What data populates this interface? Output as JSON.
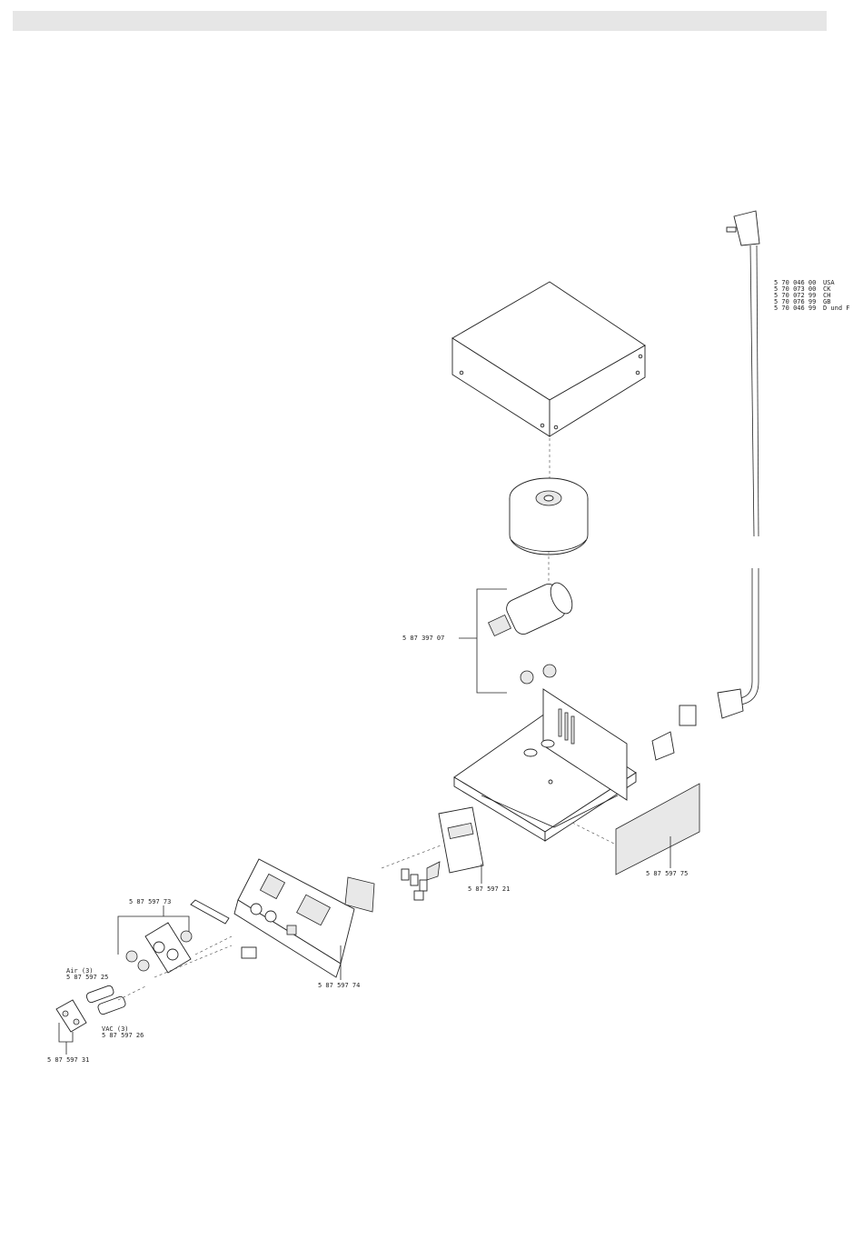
{
  "labels": {
    "blower": "5 87 397 07",
    "side_panel": "5 87 597 75",
    "pcb": "5 87 597 21",
    "front_panel": "5 87 597 74",
    "connector_set": "5 87 597 73",
    "air_caption": "Air (3)",
    "air_part": "5 87 597 25",
    "vac_caption": "VAC (3)",
    "vac_part": "5 87 597 26",
    "holder_part": "5 87 597 31"
  },
  "power_cords": [
    {
      "part": "5 70 046 00",
      "region": "USA"
    },
    {
      "part": "5 70 073 00",
      "region": "CK"
    },
    {
      "part": "5 70 072 99",
      "region": "CH"
    },
    {
      "part": "5 70 076 99",
      "region": "GB"
    },
    {
      "part": "5 70 046 99",
      "region": "D und F"
    }
  ]
}
